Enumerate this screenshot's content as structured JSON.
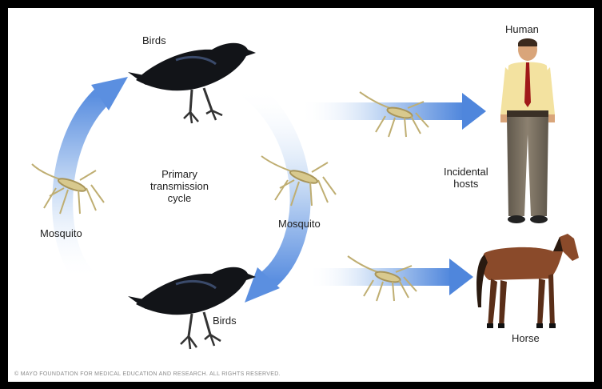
{
  "diagram": {
    "nodes": {
      "birds_top": "Birds",
      "birds_bottom": "Birds",
      "mosquito_left": "Mosquito",
      "mosquito_right": "Mosquito",
      "human": "Human",
      "horse": "Horse"
    },
    "center_label": [
      "Primary",
      "transmission",
      "cycle"
    ],
    "incidental_label": [
      "Incidental",
      "hosts"
    ],
    "copyright": "© MAYO FOUNDATION FOR MEDICAL EDUCATION AND RESEARCH. ALL RIGHTS RESERVED."
  },
  "colors": {
    "arrow": "#5b8fe0",
    "arrow_light": "#c9dcf5",
    "bird": "#121418",
    "mosquito": "#bfae72",
    "horse": "#8a4a2a",
    "shirt": "#f3e2a0",
    "tie": "#a01818",
    "pants": "#7a6f60"
  }
}
